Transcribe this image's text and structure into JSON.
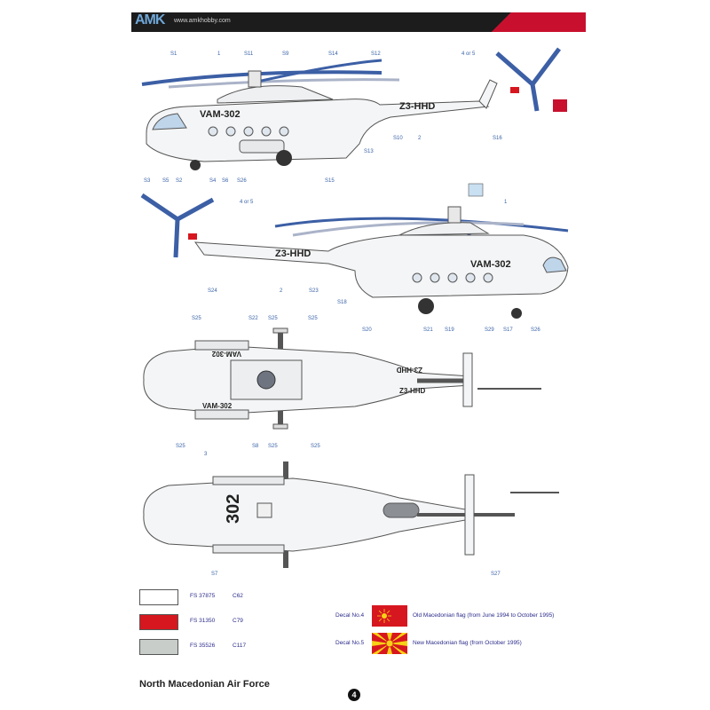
{
  "header": {
    "logo": "AMK",
    "site": "www.amkhobby.com"
  },
  "views": {
    "left_side": {
      "codes": [
        "VAM-302",
        "Z3-HHD"
      ],
      "callouts": [
        "S1",
        "1",
        "S11",
        "S9",
        "S14",
        "S12",
        "4 or 5",
        "S3",
        "S5",
        "S2",
        "S4",
        "S6",
        "S26",
        "S15",
        "S13",
        "S10",
        "2",
        "S16"
      ]
    },
    "right_side": {
      "codes": [
        "Z3-HHD",
        "VAM-302"
      ],
      "callouts": [
        "1",
        "4 or 5",
        "S24",
        "2",
        "S23",
        "S18",
        "S20",
        "S21",
        "S19",
        "S29",
        "S17",
        "S26"
      ]
    },
    "top": {
      "codes": [
        "VAM-302",
        "VAM-302",
        "Z3-HHD",
        "Z3-HHD"
      ],
      "callouts": [
        "S25",
        "S22",
        "S25",
        "S25",
        "S25",
        "S8",
        "S25",
        "S25"
      ]
    },
    "bottom": {
      "codes": [
        "302"
      ],
      "callouts": [
        "3",
        "S7",
        "S27"
      ]
    }
  },
  "legend": {
    "colors": [
      {
        "fs": "FS 37875",
        "code": "C62",
        "hex": "#ffffff"
      },
      {
        "fs": "FS 31350",
        "code": "C79",
        "hex": "#d7171f"
      },
      {
        "fs": "FS 35526",
        "code": "C117",
        "hex": "#c9cdca"
      }
    ],
    "decals": [
      {
        "label": "Decal No.4",
        "desc": "Old Macedonian flag (from June 1994 to October 1995)"
      },
      {
        "label": "Decal No.5",
        "desc": "New Macedonian flag (from October 1995)"
      }
    ]
  },
  "footer": {
    "title": "North Macedonian Air Force",
    "page": "4"
  },
  "colors": {
    "flag_red": "#d7171f",
    "flag_yellow": "#f7d116",
    "callout_blue": "#3a63a8",
    "rotor_blue": "#3c5fa5"
  }
}
